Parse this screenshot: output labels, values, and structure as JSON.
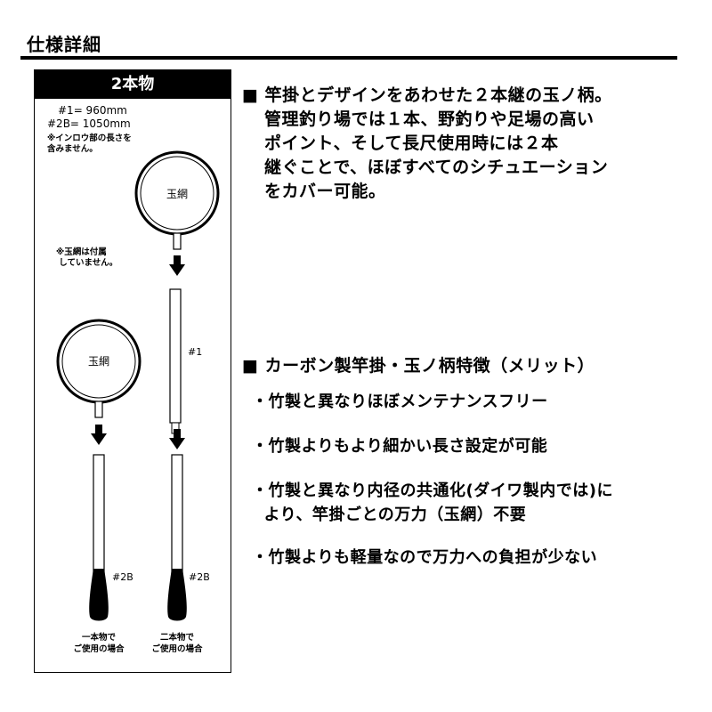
{
  "page": {
    "title": "仕様詳細"
  },
  "panel": {
    "header": "2本物",
    "spec_1": "#1= 960mm",
    "spec_2b": "#2B= 1050mm",
    "spec_note": "※インロウ部の長さを\n含みません。",
    "net_note": "※玉網は付属\n していません。",
    "net_label": "玉網",
    "section_1": "#1",
    "section_2b": "#2B",
    "caption_single": "一本物で",
    "caption_double": "二本物で",
    "caption_use": "ご使用の場合"
  },
  "description": {
    "intro_heading": "■ 竿掛とデザインをあわせた２本継の玉ノ柄。",
    "intro_lines": [
      "管理釣り場では１本、野釣りや足場の高い",
      "ポイント、そして長尺使用時には２本",
      "継ぐことで、ほぼすべてのシチュエーション",
      "をカバー可能。"
    ],
    "features_heading": "■ カーボン製竿掛・玉ノ柄特徴（メリット）",
    "features": [
      "・竹製と異なりほぼメンテナンスフリー",
      "・竹製よりもより細かい長さ設定が可能",
      "・竹製と異なり内径の共通化(ダイワ製内では)に\n  より、竿掛ごとの万力（玉網）不要",
      "・竹製よりも軽量なので万力への負担が少ない"
    ]
  }
}
